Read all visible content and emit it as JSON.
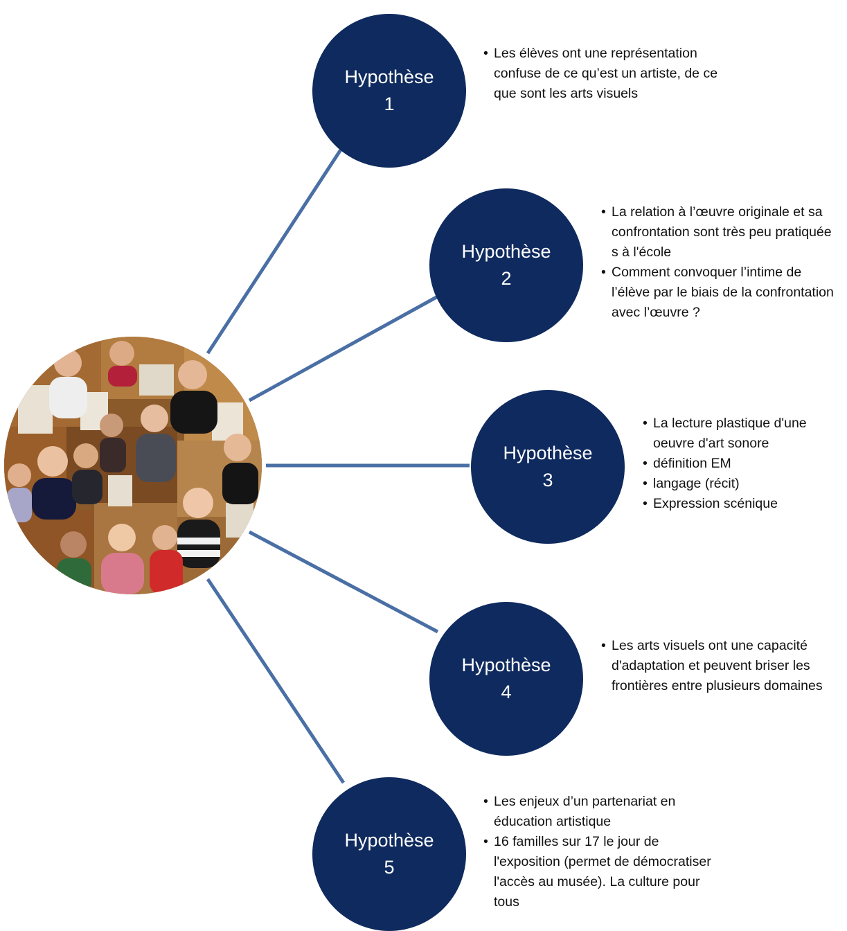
{
  "colors": {
    "circle_fill": "#0f2a5e",
    "circle_text": "#ffffff",
    "connector": "#4a6fa5",
    "bullet_text": "#111111"
  },
  "center": {
    "image": "class-photo-collage"
  },
  "hypotheses": [
    {
      "title": "Hypothèse",
      "number": "1",
      "bullets": [
        "Les élèves ont une représentation confuse de ce qu’est un artiste, de ce que sont les arts visuels"
      ]
    },
    {
      "title": "Hypothèse",
      "number": "2",
      "bullets": [
        "La relation à l’œuvre originale et sa confrontation sont très peu pratiquée s à l'école",
        "Comment convoquer l’intime de l’élève par le biais de la confrontation avec l’œuvre ?"
      ]
    },
    {
      "title": "Hypothèse",
      "number": "3",
      "bullets": [
        "La lecture plastique d'une oeuvre d'art sonore",
        "définition EM",
        "langage (récit)",
        "Expression scénique"
      ]
    },
    {
      "title": "Hypothèse",
      "number": "4",
      "bullets": [
        "Les arts visuels ont une capacité d'adaptation et peuvent briser les frontières entre plusieurs domaines"
      ]
    },
    {
      "title": "Hypothèse",
      "number": "5",
      "bullets": [
        "Les enjeux d’un partenariat en éducation artistique",
        "16 familles sur 17 le jour de l'exposition (permet de démocratiser l'accès au musée). La culture pour tous"
      ]
    }
  ]
}
